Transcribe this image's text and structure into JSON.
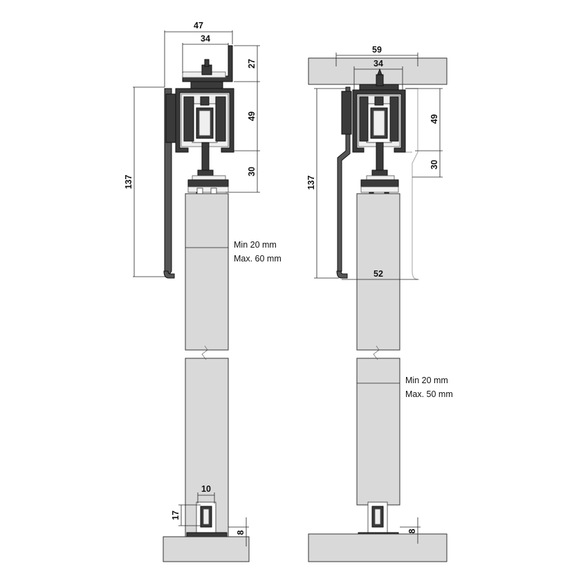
{
  "left_view": {
    "dims": {
      "top_width": "47",
      "bracket_width": "34",
      "bracket_height": "27",
      "track_height": "49",
      "hanger_height": "30",
      "total_height": "137",
      "guide_width": "10",
      "guide_height": "17",
      "floor_gap": "8"
    },
    "thickness_note": {
      "line1": "Min 20 mm",
      "line2": "Max. 60 mm"
    }
  },
  "right_view": {
    "dims": {
      "top_width": "59",
      "bracket_width": "34",
      "track_height": "49",
      "hanger_height": "30",
      "total_height": "137",
      "bottom_width": "52",
      "floor_gap": "8"
    },
    "thickness_note": {
      "line1": "Min 20 mm",
      "line2": "Max. 50 mm"
    }
  }
}
